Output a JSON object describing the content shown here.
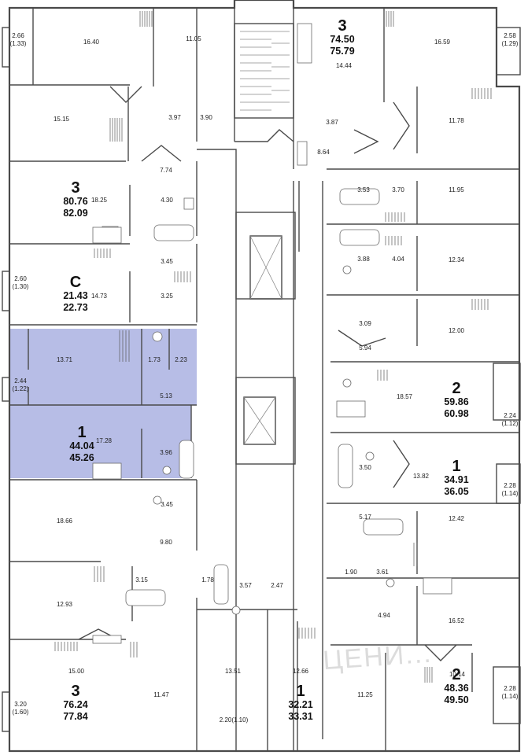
{
  "rooms": [
    {
      "id": "r1",
      "t": "2.66\n(1.33)"
    },
    {
      "id": "r2",
      "t": "16.40"
    },
    {
      "id": "r3",
      "t": "11.05"
    },
    {
      "id": "r4",
      "t": "15.15"
    },
    {
      "id": "r5",
      "t": "3.97"
    },
    {
      "id": "r6",
      "t": "3.90"
    },
    {
      "id": "r7",
      "t": "7.74"
    },
    {
      "id": "r8",
      "t": "18.25"
    },
    {
      "id": "r9",
      "t": "4.30"
    },
    {
      "id": "r10",
      "t": "3.45"
    },
    {
      "id": "r11",
      "t": "2.60\n(1.30)"
    },
    {
      "id": "r12",
      "t": "14.73"
    },
    {
      "id": "r13",
      "t": "3.25"
    },
    {
      "id": "r14",
      "t": "13.71"
    },
    {
      "id": "r15",
      "t": "1.73"
    },
    {
      "id": "r16",
      "t": "2.23"
    },
    {
      "id": "r17",
      "t": "2.44\n(1.22)"
    },
    {
      "id": "r18",
      "t": "5.13"
    },
    {
      "id": "r19",
      "t": "17.28"
    },
    {
      "id": "r20",
      "t": "3.96"
    },
    {
      "id": "r21",
      "t": "18.66"
    },
    {
      "id": "r22",
      "t": "3.45"
    },
    {
      "id": "r23",
      "t": "9.80"
    },
    {
      "id": "r24",
      "t": "3.15"
    },
    {
      "id": "r25",
      "t": "1.78"
    },
    {
      "id": "r26",
      "t": "12.93"
    },
    {
      "id": "r27",
      "t": "3.57"
    },
    {
      "id": "r28",
      "t": "2.47"
    },
    {
      "id": "r29",
      "t": "15.00"
    },
    {
      "id": "r30",
      "t": "11.47"
    },
    {
      "id": "r31",
      "t": "13.51"
    },
    {
      "id": "r32",
      "t": "12.66"
    },
    {
      "id": "r33",
      "t": "3.20\n(1.60)"
    },
    {
      "id": "r34",
      "t": "2.20(1.10)"
    },
    {
      "id": "r35",
      "t": "14.44"
    },
    {
      "id": "r36",
      "t": "16.59"
    },
    {
      "id": "r37",
      "t": "2.58\n(1.29)"
    },
    {
      "id": "r38",
      "t": "3.87"
    },
    {
      "id": "r39",
      "t": "11.78"
    },
    {
      "id": "r40",
      "t": "8.64"
    },
    {
      "id": "r41",
      "t": "3.53"
    },
    {
      "id": "r42",
      "t": "3.70"
    },
    {
      "id": "r43",
      "t": "11.95"
    },
    {
      "id": "r44",
      "t": "3.88"
    },
    {
      "id": "r45",
      "t": "4.04"
    },
    {
      "id": "r46",
      "t": "12.34"
    },
    {
      "id": "r47",
      "t": "3.09"
    },
    {
      "id": "r48",
      "t": "12.00"
    },
    {
      "id": "r49",
      "t": "5.94"
    },
    {
      "id": "r50",
      "t": "18.57"
    },
    {
      "id": "r51",
      "t": "2.24\n(1.12)"
    },
    {
      "id": "r52",
      "t": "3.50"
    },
    {
      "id": "r53",
      "t": "13.82"
    },
    {
      "id": "r54",
      "t": "2.28\n(1.14)"
    },
    {
      "id": "r55",
      "t": "5.17"
    },
    {
      "id": "r56",
      "t": "12.42"
    },
    {
      "id": "r57",
      "t": "1.90"
    },
    {
      "id": "r58",
      "t": "3.61"
    },
    {
      "id": "r59",
      "t": "4.94"
    },
    {
      "id": "r60",
      "t": "16.52"
    },
    {
      "id": "r61",
      "t": "10.14"
    },
    {
      "id": "r62",
      "t": "2.28\n(1.14)"
    },
    {
      "id": "r63",
      "t": "11.25"
    }
  ],
  "apartments": [
    {
      "id": "a1",
      "rooms": "3",
      "living": "80.76",
      "total": "82.09"
    },
    {
      "id": "a2",
      "rooms": "С",
      "living": "21.43",
      "total": "22.73"
    },
    {
      "id": "a3",
      "rooms": "1",
      "living": "44.04",
      "total": "45.26",
      "selected": true
    },
    {
      "id": "a4",
      "rooms": "3",
      "living": "76.24",
      "total": "77.84"
    },
    {
      "id": "a5",
      "rooms": "1",
      "living": "32.21",
      "total": "33.31"
    },
    {
      "id": "a6",
      "rooms": "3",
      "living": "74.50",
      "total": "75.79"
    },
    {
      "id": "a7",
      "rooms": "2",
      "living": "59.86",
      "total": "60.98"
    },
    {
      "id": "a8",
      "rooms": "1",
      "living": "34.91",
      "total": "36.05"
    },
    {
      "id": "a9",
      "rooms": "2",
      "living": "48.36",
      "total": "49.50"
    }
  ],
  "colors": {
    "selected_apartment": "#b7bde6",
    "walls": "#4a4a4a",
    "background": "#ffffff"
  },
  "watermark": {
    "text": "ЦЕНИ..."
  }
}
